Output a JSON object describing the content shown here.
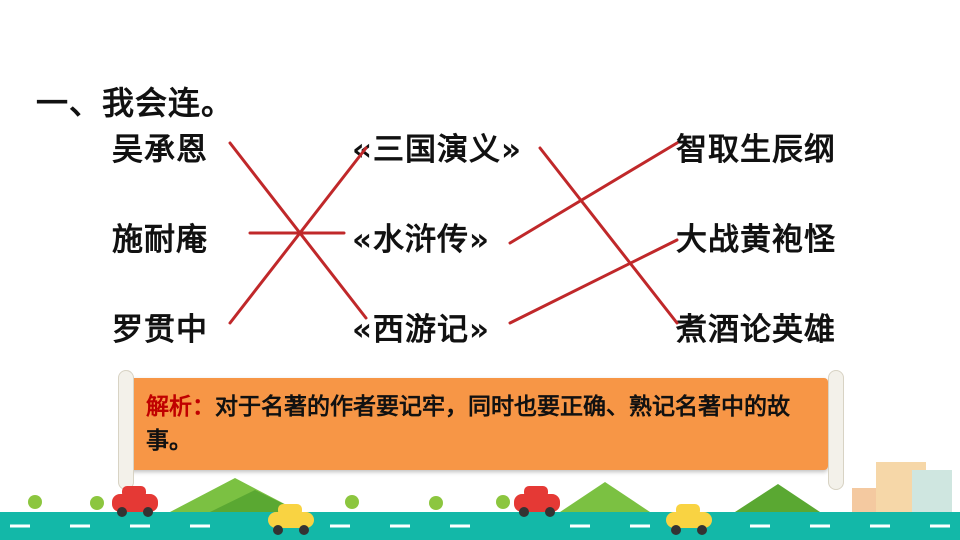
{
  "exercise": {
    "title": "一、我会连。",
    "authors": [
      "吴承恩",
      "施耐庵",
      "罗贯中"
    ],
    "books": [
      "«三国演义»",
      "«水浒传»",
      "«西游记»"
    ],
    "stories": [
      "智取生辰纲",
      "大战黄袍怪",
      "煮酒论英雄"
    ],
    "line_color": "#c0282a"
  },
  "analysis": {
    "heading": "解析：",
    "body": "对于名著的作者要记牢，同时也要正确、熟记名著中的故事。"
  },
  "colors": {
    "note_background": "#f79646",
    "road": "#13b8a8",
    "hills": "#7bc142"
  }
}
